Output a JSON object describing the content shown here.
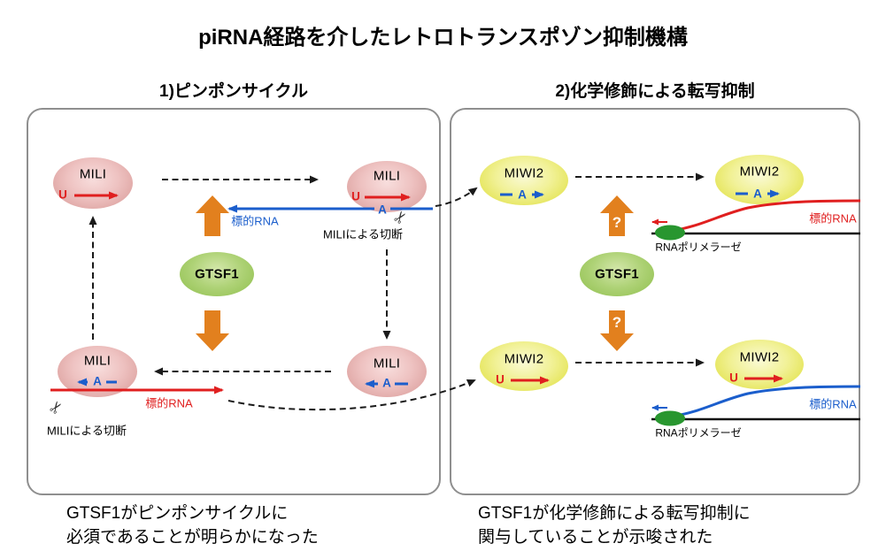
{
  "title": "piRNA経路を介したレトロトランスポゾン抑制機構",
  "icons": {
    "scissors": "✂"
  },
  "left_panel": {
    "header": "1)ピンポンサイクル",
    "protein": "MILI",
    "gtsf1": "GTSF1",
    "u": "U",
    "a": "A",
    "target_rna": "標的RNA",
    "cleavage": "MILIによる切断",
    "caption_line1": "GTSF1がピンポンサイクルに",
    "caption_line2": "必須であることが明らかになった"
  },
  "right_panel": {
    "header": "2)化学修飾による転写抑制",
    "protein": "MIWI2",
    "gtsf1": "GTSF1",
    "question": "?",
    "u": "U",
    "a": "A",
    "target_rna": "標的RNA",
    "rna_polymerase": "RNAポリメラーゼ",
    "caption_line1": "GTSF1が化学修飾による転写抑制に",
    "caption_line2": "関与していることが示唆された"
  },
  "colors": {
    "red": "#e01f1f",
    "blue": "#1b5ecc",
    "orange": "#e2801e",
    "pink_edge": "#d49694",
    "yellow_edge": "#d6d63a",
    "gtsf1_green": "#8fbf4d",
    "polymerase_green": "#28962f"
  }
}
